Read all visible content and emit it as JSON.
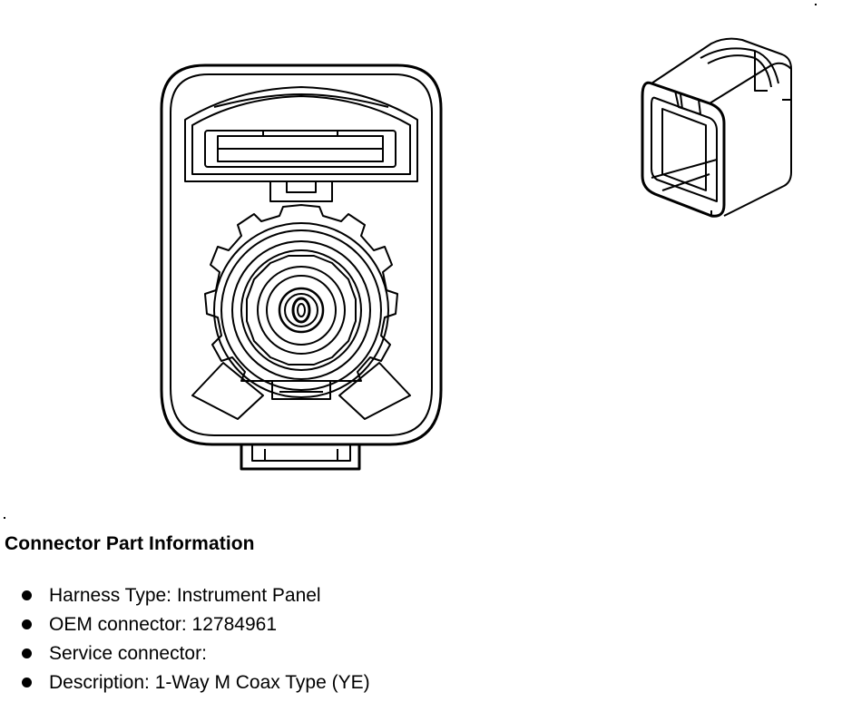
{
  "title": "Connector Part Information",
  "info_items": [
    {
      "label": "Harness Type",
      "value": "Instrument Panel",
      "text": "Harness Type: Instrument Panel"
    },
    {
      "label": "OEM connector",
      "value": "12784961",
      "text": "OEM connector: 12784961"
    },
    {
      "label": "Service connector",
      "value": "",
      "text": "Service connector:"
    },
    {
      "label": "Description",
      "value": "1-Way M Coax Type (YE)",
      "text": "Description: 1-Way M Coax Type (YE)"
    }
  ],
  "icons": {
    "bullet": "filled-circle"
  },
  "colors": {
    "line": "#000000",
    "background": "#ffffff"
  }
}
